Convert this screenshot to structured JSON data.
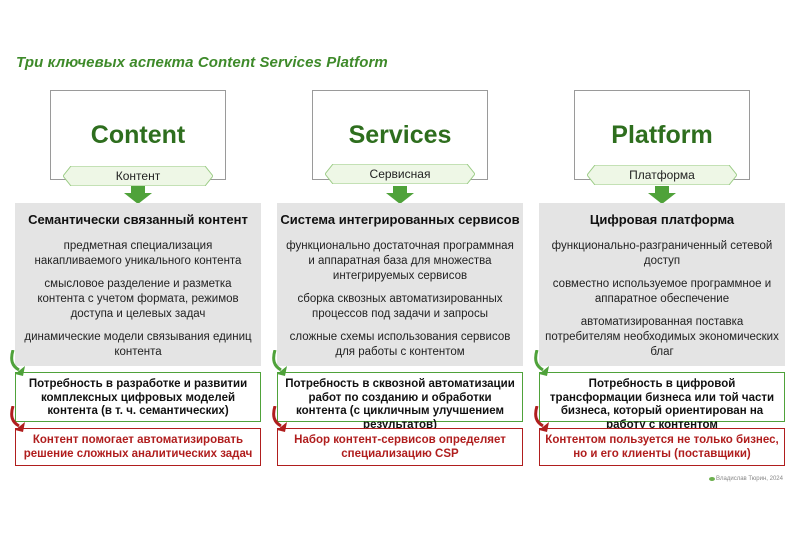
{
  "title": "Три ключевых аспекта Content Services Platform",
  "columns": [
    {
      "header": "Content",
      "subheader": "Контент",
      "box_title": "Семантически связанный контент",
      "items": [
        "предметная специализация накапливаемого уникального контента",
        "смысловое разделение и разметка контента с учетом формата, режимов доступа и целевых задач",
        "динамические модели связывания единиц контента"
      ],
      "need": "Потребность в разработке и развитии комплексных цифровых моделей контента (в т. ч. семантических)",
      "result": "Контент помогает автоматизировать решение сложных аналитических задач"
    },
    {
      "header": "Services",
      "subheader": "Сервисная",
      "box_title": "Система интегрированных сервисов",
      "items": [
        "функционально достаточная программная и аппаратная база для множества интегрируемых сервисов",
        "сборка сквозных автоматизированных процессов под задачи и запросы",
        "сложные схемы использования сервисов для работы с контентом"
      ],
      "need": "Потребность в сквозной автоматизации работ по созданию и обработки контента (с цикличным улучшением результатов)",
      "result": "Набор контент-сервисов определяет специализацию CSP"
    },
    {
      "header": "Platform",
      "subheader": "Платформа",
      "box_title": "Цифровая платформа",
      "items": [
        "функционально-разграниченный сетевой доступ",
        "совместно используемое программное и аппаратное обеспечение",
        "автоматизированная поставка потребителям необходимых экономических благ"
      ],
      "need": "Потребность в цифровой трансформации бизнеса или той части бизнеса, который ориентирован на работу с контентом",
      "result": "Контентом пользуется не только бизнес, но и его клиенты (поставщики)"
    }
  ],
  "author": "Владислав Тюрин, 2024",
  "colors": {
    "green": "#4fa23a",
    "dark_green": "#2e6e1e",
    "red": "#b01e1e",
    "gray": "#e4e4e4"
  }
}
